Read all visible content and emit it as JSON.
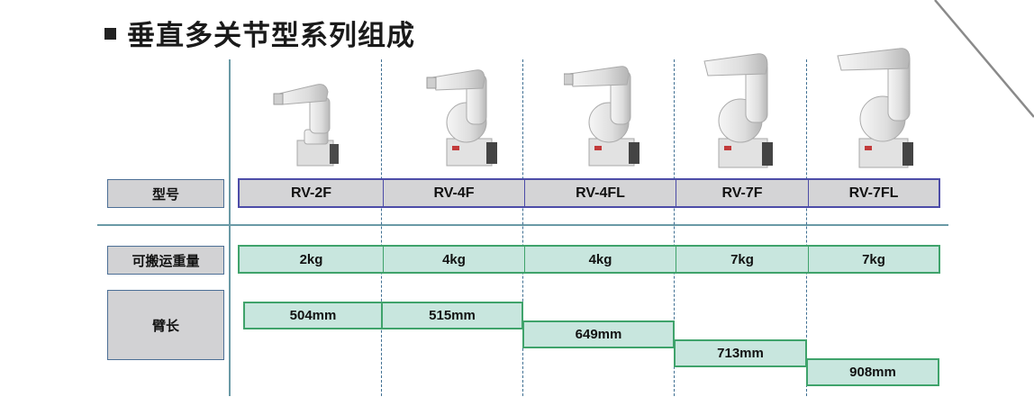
{
  "title": "垂直多关节型系列组成",
  "labels": {
    "model": "型号",
    "payload": "可搬运重量",
    "reach": "臂长"
  },
  "models": [
    "RV-2F",
    "RV-4F",
    "RV-4FL",
    "RV-7F",
    "RV-7FL"
  ],
  "payloads": [
    "2kg",
    "4kg",
    "4kg",
    "7kg",
    "7kg"
  ],
  "reaches": [
    "504mm",
    "515mm",
    "649mm",
    "713mm",
    "908mm"
  ],
  "colors": {
    "label_fill": "#d2d2d4",
    "model_border": "#4c4ca8",
    "value_fill": "#c8e6de",
    "value_border": "#3fa36b",
    "divider": "#6a9aa6"
  },
  "icons": [
    "industrial-robot-arm-icon"
  ]
}
